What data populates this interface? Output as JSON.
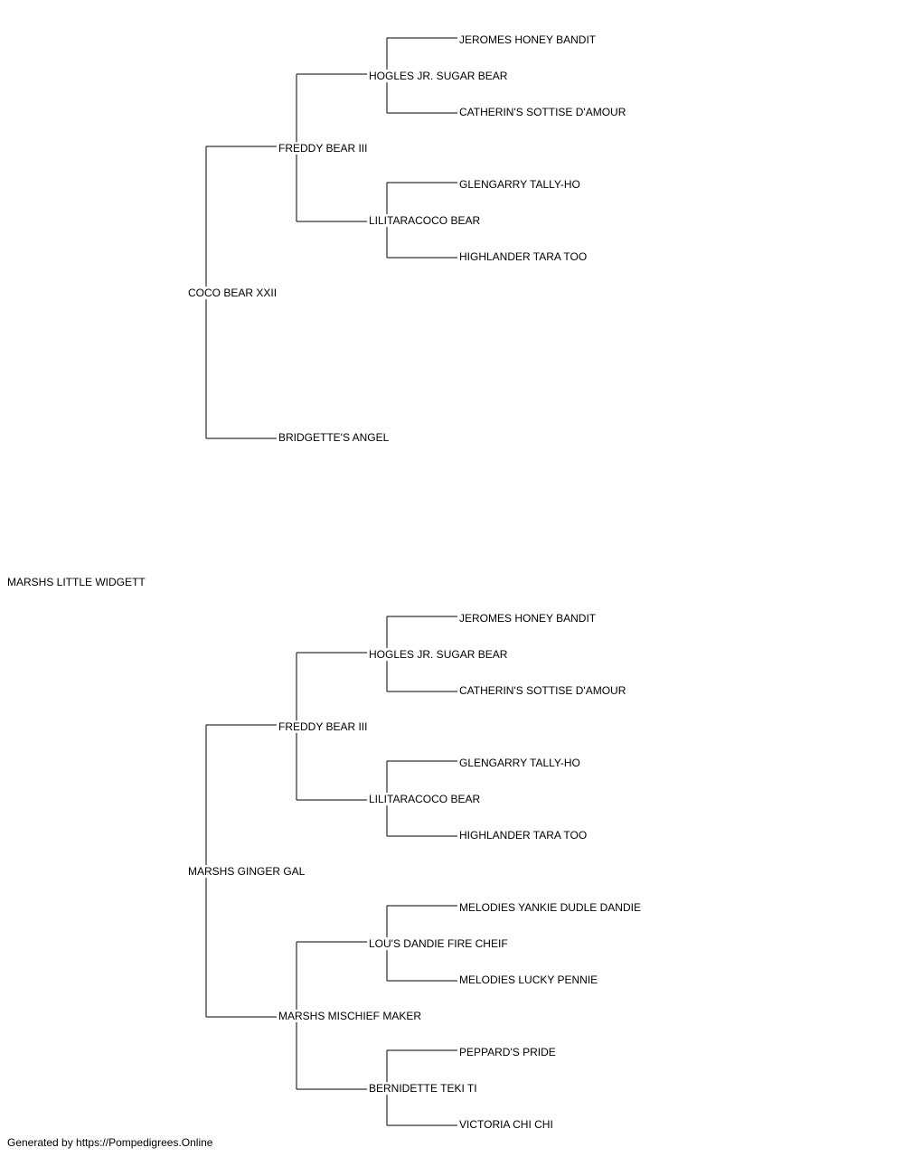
{
  "subject": "MARSHS LITTLE WIDGETT",
  "sire": {
    "name": "COCO BEAR XXII",
    "sire": {
      "name": "FREDDY BEAR III",
      "sire": {
        "name": "HOGLES JR. SUGAR BEAR",
        "sire": "JEROMES HONEY BANDIT",
        "dam": "CATHERIN'S SOTTISE D'AMOUR"
      },
      "dam": {
        "name": "LILITARACOCO BEAR",
        "sire": "GLENGARRY TALLY-HO",
        "dam": "HIGHLANDER TARA TOO"
      }
    },
    "dam": {
      "name": "BRIDGETTE'S ANGEL"
    }
  },
  "dam": {
    "name": "MARSHS GINGER GAL",
    "sire": {
      "name": "FREDDY BEAR III",
      "sire": {
        "name": "HOGLES JR. SUGAR BEAR",
        "sire": "JEROMES HONEY BANDIT",
        "dam": "CATHERIN'S SOTTISE D'AMOUR"
      },
      "dam": {
        "name": "LILITARACOCO BEAR",
        "sire": "GLENGARRY TALLY-HO",
        "dam": "HIGHLANDER TARA TOO"
      }
    },
    "dam": {
      "name": "MARSHS MISCHIEF MAKER",
      "sire": {
        "name": "LOU'S DANDIE FIRE CHEIF",
        "sire": "MELODIES YANKIE DUDLE DANDIE",
        "dam": "MELODIES LUCKY PENNIE"
      },
      "dam": {
        "name": "BERNIDETTE TEKI TI",
        "sire": "PEPPARD'S PRIDE",
        "dam": "VICTORIA CHI CHI"
      }
    }
  },
  "footer": "Generated by https://Pompedigrees.Online"
}
